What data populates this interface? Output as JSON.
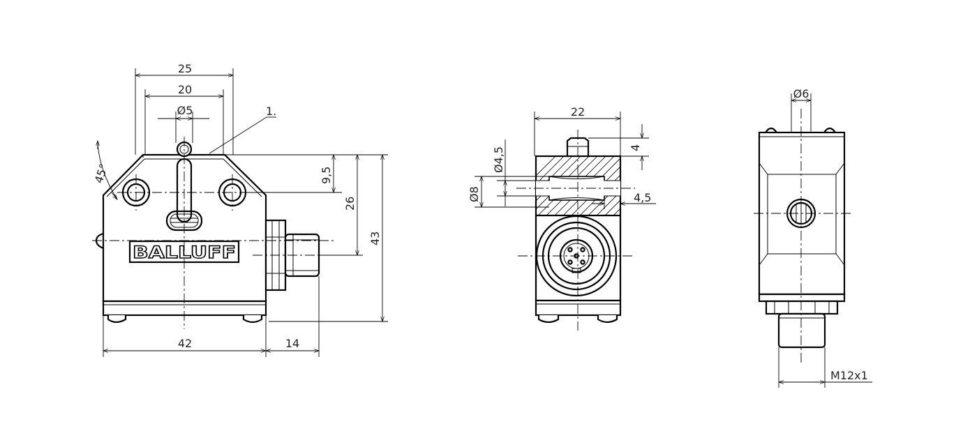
{
  "brand_logo": "BALLUFF",
  "front_view": {
    "dim_width_25": "25",
    "dim_width_20": "20",
    "dim_diameter_5": "Ø5",
    "callout_1": "1.",
    "dim_angle_45": "45°",
    "dim_height_9_5": "9,5",
    "dim_height_26": "26",
    "dim_height_43": "43",
    "dim_width_42": "42",
    "dim_width_14": "14"
  },
  "side_view": {
    "dim_width_22": "22",
    "dim_height_4": "4",
    "dim_diameter_4_5": "Ø4,5",
    "dim_diameter_8": "Ø8",
    "dim_depth_4_5": "4,5"
  },
  "rear_view": {
    "dim_diameter_6": "Ø6",
    "thread_m12": "M12x1"
  }
}
